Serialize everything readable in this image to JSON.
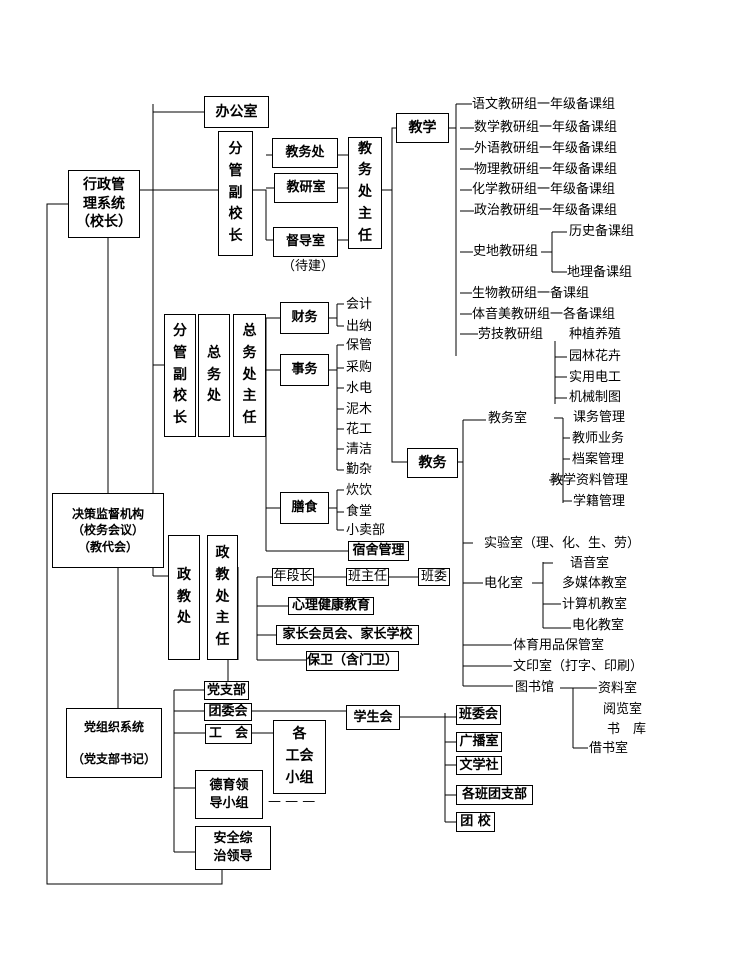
{
  "boxes": {
    "admin": "行政管\n理系统\n（校长）",
    "decision": "决策监督机构\n（校务会议）\n（教代会）",
    "party": "党组织系统\n\n（党支部书记）",
    "office": "办公室",
    "vp_teaching": "分\n管\n副\n校\n长",
    "jiaowuchu": "教务处",
    "jiaoyanshi": "教研室",
    "duodaoshi": "督导室",
    "director_teaching": "教\n务\n处\n主\n任",
    "jiaoxue": "教学",
    "vp_general": "分\n管\n副\n校\n长",
    "zongwuchu": "总\n务\n处",
    "director_general": "总\n务\n处\n主\n任",
    "caiwu": "财务",
    "shiwu": "事务",
    "shanshi": "膳食",
    "jiaowu": "教务",
    "dorm": "宿舍管理",
    "zhengjiaochu": "政\n教\n处",
    "director_political": "政\n教\n处\n主\n任",
    "grade_head": "年段长",
    "class_teacher": "班主任",
    "class_committee": "班委",
    "psych": "心理健康教育",
    "parents": "家长会员会、家长学校",
    "security": "保卫（含门卫）",
    "party_branch": "党支部",
    "youth_league": "团委会",
    "union": "工　会",
    "union_groups": "各\n工会\n小组",
    "moral_group": "德育领\n导小组",
    "safety_group": "安全综\n治领导",
    "student_union": "学生会",
    "class_committees": "班委会",
    "radio": "广播室",
    "literature": "文学社",
    "class_branches": "各班团支部",
    "school_paper": "团 校"
  },
  "labels": {
    "pending": "（待建）",
    "finance_items": [
      "会计",
      "出纳"
    ],
    "affairs_items": [
      "保管",
      "采购",
      "水电",
      "泥木",
      "花工",
      "清洁",
      "勤杂"
    ],
    "food_items": [
      "炊饮",
      "食堂",
      "小卖部"
    ],
    "teaching_groups": [
      "语文教研组一年级备课组",
      "数学教研组一年级备课组",
      "外语教研组一年级备课组",
      "物理教研组一年级备课组",
      "化学教研组一年级备课组",
      "政治教研组一年级备课组"
    ],
    "history_geo": "史地教研组",
    "history_sub": "历史备课组",
    "geo_sub": "地理备课组",
    "bio": "生物教研组一备课组",
    "pe_music": "体音美教研组一各备课组",
    "labor": "劳技教研组",
    "labor_items": [
      "种植养殖",
      "园林花卉",
      "实用电工",
      "机械制图"
    ],
    "affairs_room": "教务室",
    "affairs_room_items": [
      "课务管理",
      "教师业务",
      "档案管理",
      "教学资料管理",
      "学籍管理"
    ],
    "lab": "实验室（理、化、生、劳）",
    "av": "电化室",
    "av_items": [
      "语音室",
      "多媒体教室",
      "计算机教室",
      "电化教室"
    ],
    "sports_store": "体育用品保管室",
    "print_room": "文印室（打字、印刷）",
    "library": "图书馆",
    "library_items": [
      "资料室",
      "阅览室",
      "书　库",
      "借书室"
    ],
    "dashes": "— — —"
  }
}
